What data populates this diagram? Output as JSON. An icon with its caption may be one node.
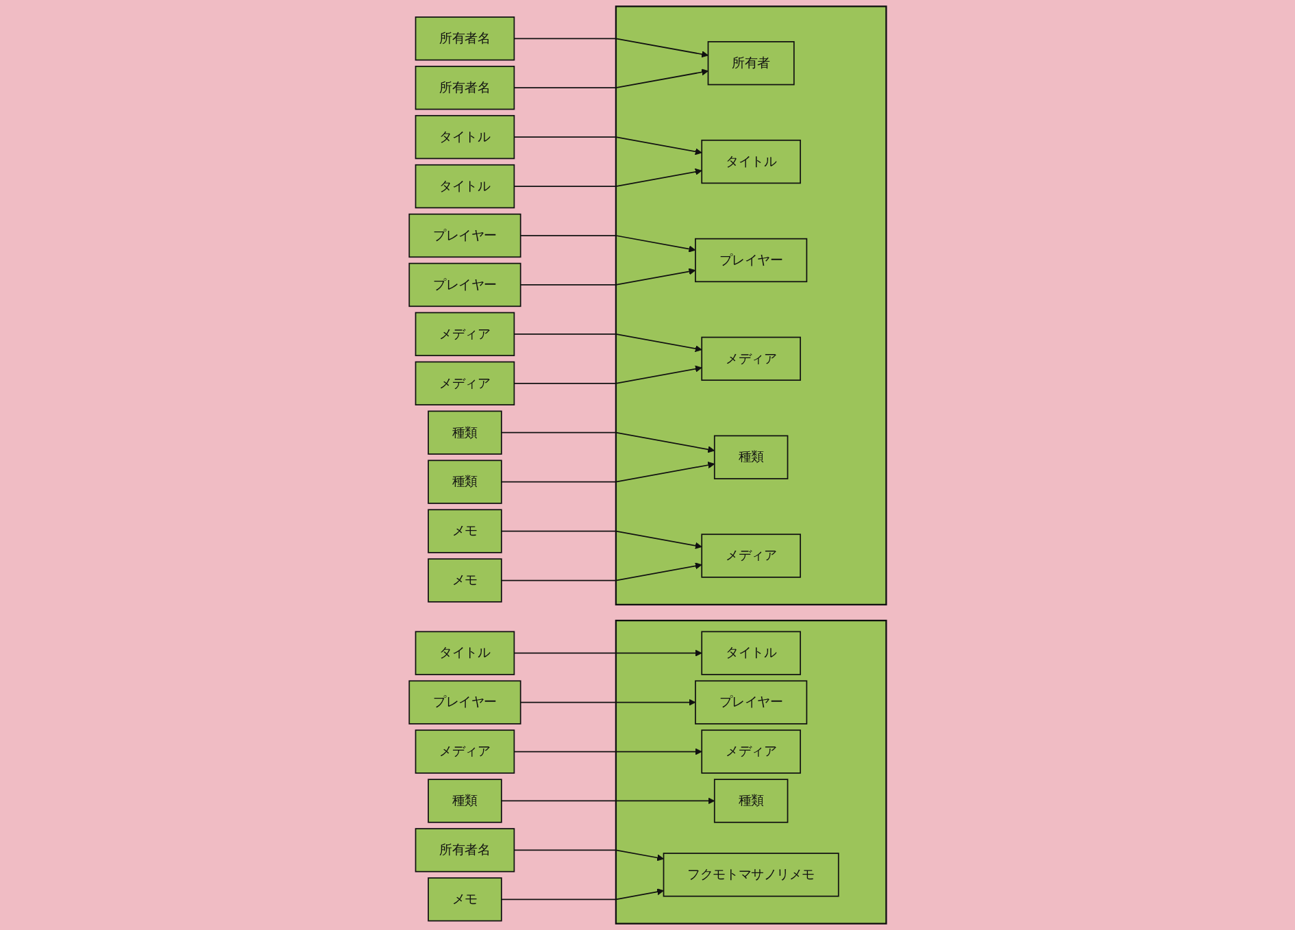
{
  "diagram": {
    "nodes": [
      {
        "text": [
          "所有者名"
        ]
      },
      {
        "text": [
          "タイトル"
        ]
      },
      {
        "text": [
          "プレイヤー"
        ]
      },
      {
        "text": [
          "メディア"
        ]
      },
      {
        "text": [
          "種類"
        ]
      },
      {
        "text": [
          "メモ"
        ]
      },
      {
        "text": [],
        "shape": "box"
      },
      {
        "text": [
          "タイトル"
        ],
        "in": 6
      },
      {
        "text": [
          "プレイヤー"
        ],
        "in": 6
      },
      {
        "text": [
          "メディア"
        ],
        "in": 6
      },
      {
        "text": [
          "種類"
        ],
        "in": 6
      },
      {
        "text": [
          "フクモトマサノリメモ"
        ],
        "in": 6
      },
      {
        "text": [
          "所有者名"
        ]
      },
      {
        "text": [
          "タイトル"
        ]
      },
      {
        "text": [
          "プレイヤー"
        ]
      },
      {
        "text": [
          "メディア"
        ]
      },
      {
        "text": [
          "種類"
        ]
      },
      {
        "text": [
          "メモ"
        ]
      },
      {
        "text": [],
        "shape": "box"
      },
      {
        "text": [
          "所有者"
        ],
        "in": 18
      },
      {
        "text": [
          "タイトル"
        ],
        "in": 18
      },
      {
        "text": [
          "プレイヤー"
        ],
        "in": 18
      },
      {
        "text": [
          "メディア"
        ],
        "in": 18
      },
      {
        "text": [
          "種類"
        ],
        "in": 18
      },
      {
        "text": [
          "メディア"
        ],
        "in": 18
      },
      {
        "text": [
          "所有者名"
        ]
      },
      {
        "text": [
          "タイトル"
        ]
      },
      {
        "text": [
          "プレイヤー"
        ]
      },
      {
        "text": [
          "メディア"
        ]
      },
      {
        "text": [
          "種類"
        ]
      },
      {
        "text": [
          "メモ"
        ]
      }
    ],
    "edges": [
      {
        "from": 0,
        "to": 11,
        "arrow": "to"
      },
      {
        "from": 1,
        "to": 7,
        "arrow": "to"
      },
      {
        "from": 2,
        "to": 8,
        "arrow": "to"
      },
      {
        "from": 3,
        "to": 9,
        "arrow": "to"
      },
      {
        "from": 4,
        "to": 10,
        "arrow": "to"
      },
      {
        "from": 5,
        "to": 11,
        "arrow": "to"
      },
      {
        "from": 12,
        "to": 19,
        "arrow": "to"
      },
      {
        "from": 13,
        "to": 20,
        "arrow": "to"
      },
      {
        "from": 14,
        "to": 21,
        "arrow": "to"
      },
      {
        "from": 15,
        "to": 22,
        "arrow": "to"
      },
      {
        "from": 16,
        "to": 23,
        "arrow": "to"
      },
      {
        "from": 17,
        "to": 24,
        "arrow": "to"
      },
      {
        "from": 25,
        "to": 19,
        "arrow": "to"
      },
      {
        "from": 26,
        "to": 20,
        "arrow": "to"
      },
      {
        "from": 27,
        "to": 21,
        "arrow": "to"
      },
      {
        "from": 28,
        "to": 22,
        "arrow": "to"
      },
      {
        "from": 29,
        "to": 23,
        "arrow": "to"
      },
      {
        "from": 30,
        "to": 24,
        "arrow": "to"
      }
    ]
  }
}
